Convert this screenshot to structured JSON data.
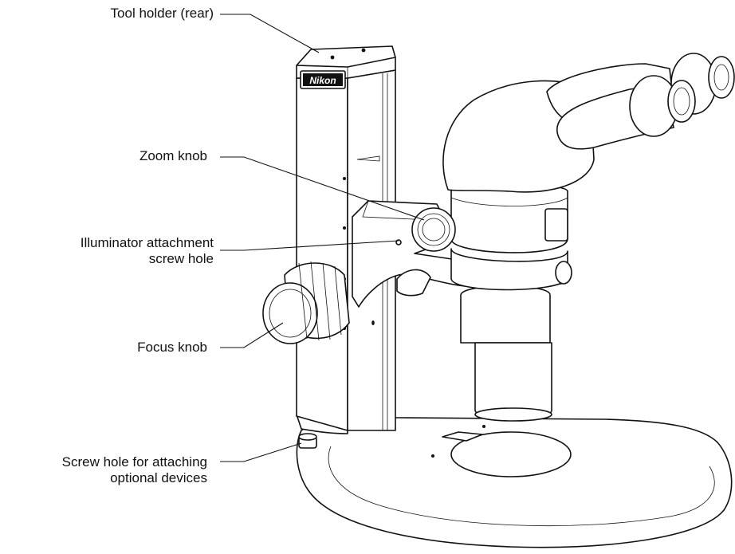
{
  "labels": {
    "tool_holder": "Tool holder (rear)",
    "zoom_knob": "Zoom knob",
    "illuminator_line1": "Illuminator attachment",
    "illuminator_line2": "screw hole",
    "focus_knob": "Focus knob",
    "screw_hole_line1": "Screw hole for attaching",
    "screw_hole_line2": "optional devices"
  },
  "brand": "Nikon"
}
